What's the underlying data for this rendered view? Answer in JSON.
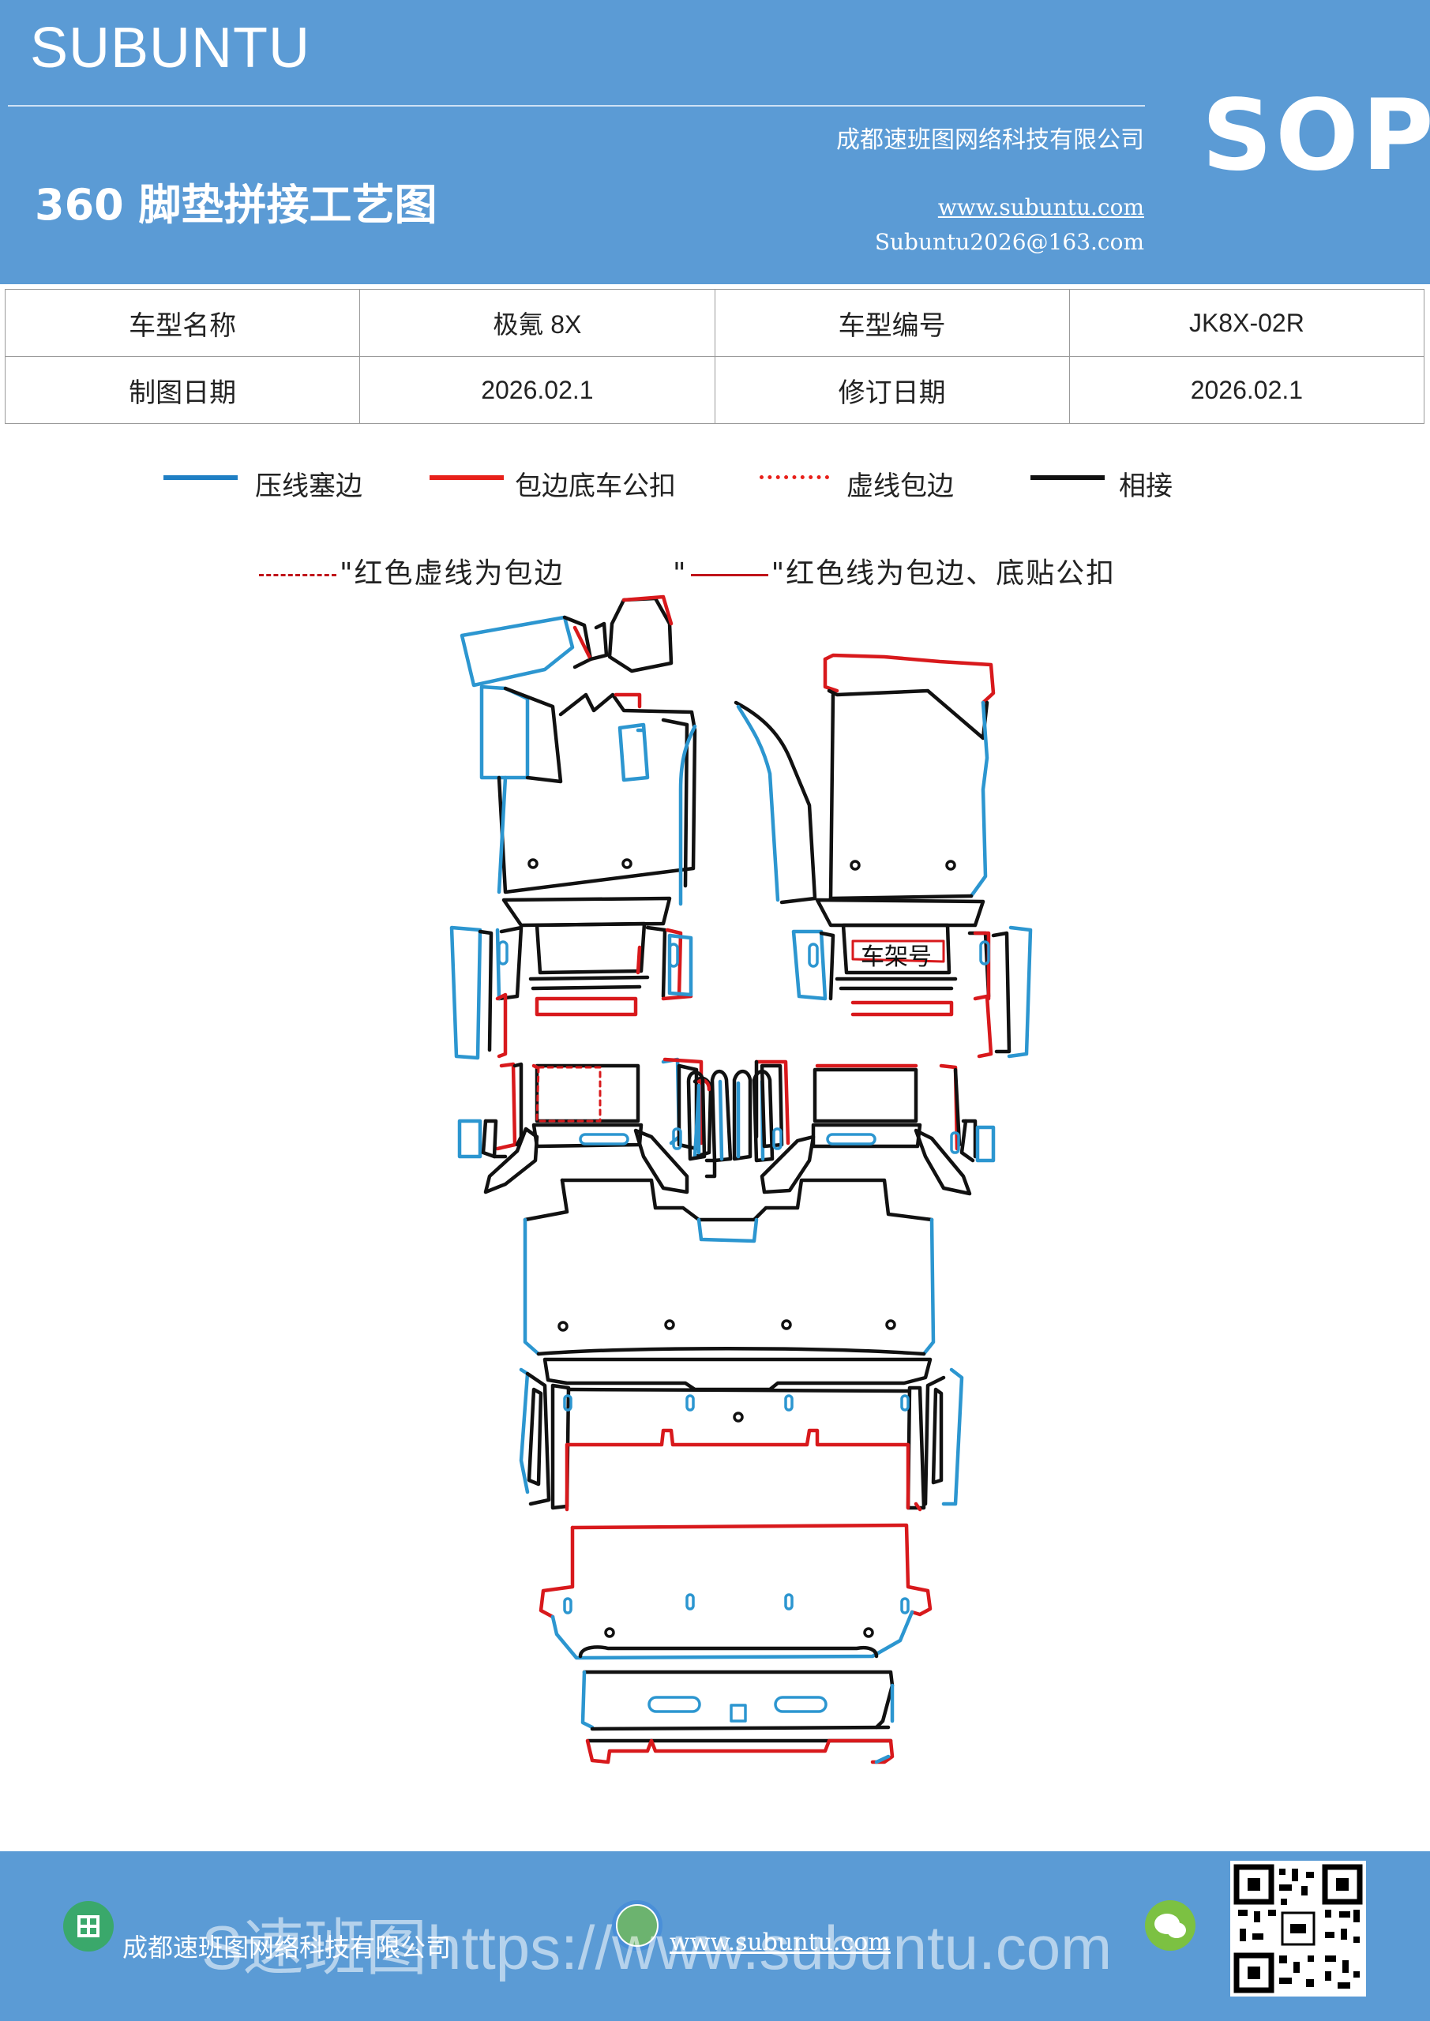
{
  "header": {
    "brand": "SUBUNTU",
    "title": "360 脚垫拼接工艺图",
    "company": "成都速班图网络科技有限公司",
    "website": "www.subuntu.com",
    "email": "Subuntu2026@163.com",
    "badge": "SOP"
  },
  "info_table": {
    "rows": [
      [
        "车型名称",
        "极氪 8X",
        "车型编号",
        "JK8X-02R"
      ],
      [
        "制图日期",
        "2026.02.1",
        "修订日期",
        "2026.02.1"
      ]
    ]
  },
  "legend": {
    "items": [
      {
        "label": "压线塞边",
        "color": "#1f7fc4",
        "style": "solid"
      },
      {
        "label": "包边底车公扣",
        "color": "#e8201a",
        "style": "solid"
      },
      {
        "label": "虚线包边",
        "color": "#e8201a",
        "style": "dotted"
      },
      {
        "label": "相接",
        "color": "#111111",
        "style": "solid"
      }
    ]
  },
  "notes": {
    "dashed": "\"红色虚线为包边",
    "solid": "\"红色线为包边、底贴公扣",
    "quote_prefix": "\""
  },
  "diagram": {
    "frame_label": "车架号"
  },
  "footer": {
    "company": "成都速班图网络科技有限公司",
    "website": "www.subuntu.com",
    "overlay": "S速班图https://www.subuntu.com"
  },
  "colors": {
    "header_bg": "#5b9bd5",
    "blue_line": "#2c96d0",
    "red_line": "#d8191c",
    "black_line": "#111111"
  }
}
